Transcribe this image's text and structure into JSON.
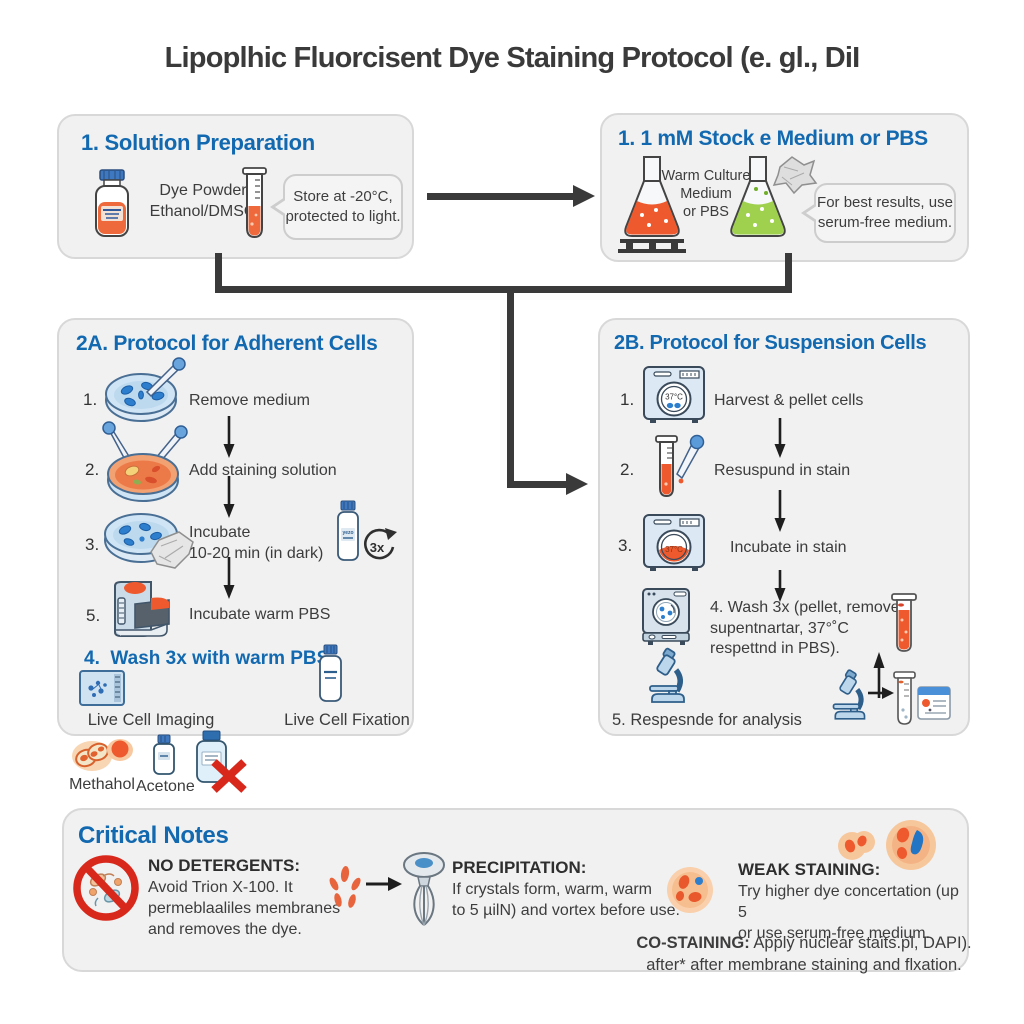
{
  "title": "Lipoplhic Fluorcisent Dye Staining Protocol (e. gl., DiI",
  "colors": {
    "accent_blue": "#1269b0",
    "line_dark": "#3a3a3a",
    "orange": "#ee5a2e",
    "green": "#9fd14f",
    "box_bg": "#f1f1f2"
  },
  "box1": {
    "heading": "1. Solution Preparation",
    "reagent_label": "Dye Powder\nEthanol/DMSO",
    "bubble": "Store at -20°C,\nprotected to light."
  },
  "box2": {
    "heading": "1. 1 mM Stock e Medium or PBS",
    "flask_label": "Warm Culture\nMedium\nor PBS",
    "bubble": "For best results, use\nserum-free medium."
  },
  "box2a": {
    "heading": "2A. Protocol for Adherent Cells",
    "steps": [
      {
        "num": "1.",
        "label": "Remove medium"
      },
      {
        "num": "2.",
        "label": "Add staining solution"
      },
      {
        "num": "3.",
        "label": "Incubate\n10-20 min (in dark)"
      },
      {
        "num": "5.",
        "label": "Incubate warm PBS"
      }
    ],
    "repeat_badge": "3x",
    "bottle_label": "yezo",
    "wash_note": "4.  Wash 3x with warm PBS",
    "outputs": [
      {
        "label": "Live Cell Imaging"
      },
      {
        "label": "Live Cell Fixation"
      }
    ]
  },
  "solvents": {
    "methanol_label": "Methahol",
    "acetone_label": "Acetone"
  },
  "box2b": {
    "heading": "2B. Protocol for Suspension Cells",
    "steps": [
      {
        "num": "1.",
        "label": "Harvest & pellet cells"
      },
      {
        "num": "2.",
        "label": "Resuspund in stain"
      },
      {
        "num": "3.",
        "label": "Incubate in stain"
      }
    ],
    "wash_text": "4. Wash 3x (pellet, remove\nsupentnartar, 37°˚C\nrespettnd in PBS).",
    "analysis_label": "5. Respesnde for analysis",
    "centrifuge_display": "37°C",
    "incubator_display": "37°C"
  },
  "notes": {
    "heading": "Critical Notes",
    "no_detergents": {
      "title": "NO DETERGENTS:",
      "body": "Avoid Trion X-100. It\npermeblaaliles membranes\nand removes the dye."
    },
    "precipitation": {
      "title": "PRECIPITATION:",
      "body": "If crystals form, warm, warm\nto 5 µilN) and vortex before use."
    },
    "weak_staining": {
      "title": "WEAK STAINING:",
      "body": "Try higher dye concertation (up 5\nor use serum-free medium."
    },
    "co_staining": {
      "title": "CO-STAINING:",
      "body": "Apply nuclear staits.pl, DAPI).\nafter* after membrane staining and flxation."
    }
  }
}
